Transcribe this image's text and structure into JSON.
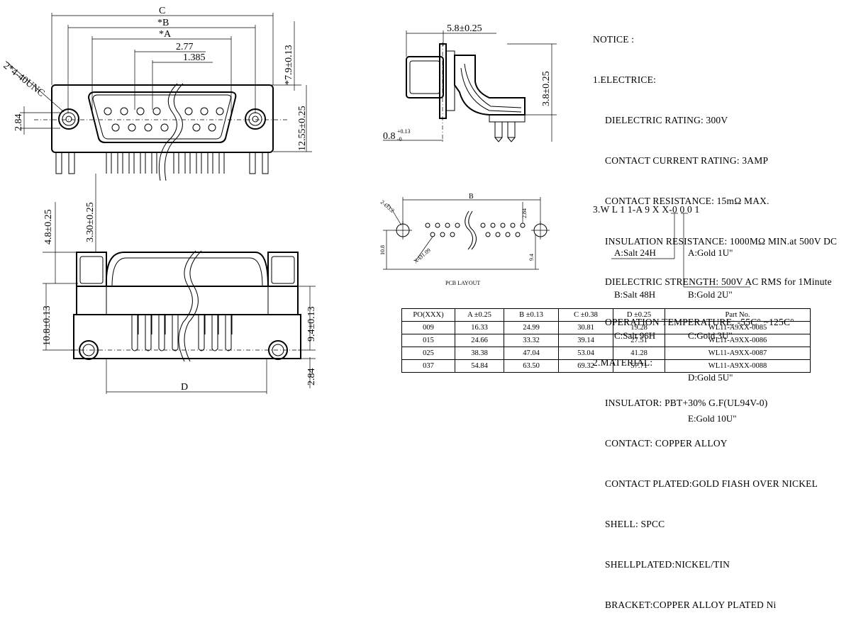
{
  "front_view": {
    "dim_c": "C",
    "dim_b": "*B",
    "dim_a": "*A",
    "dim_277": "2.77",
    "dim_1385": "1.385",
    "thread": "2*4-40UNC",
    "dim_284_left": "2.84",
    "dim_79": "*7.9±0.13",
    "dim_1255": "12.55±0.25"
  },
  "side_view": {
    "dim_58": "5.8±0.25",
    "dim_38": "3.8±0.25",
    "dim_08": "0.8",
    "dim_08_tol_top": "+0.13",
    "dim_08_tol_bot": "-0"
  },
  "bottom_view": {
    "dim_48": "4.8±0.25",
    "dim_330": "3.30±0.25",
    "dim_108": "10.8±0.13",
    "dim_94": "9.4±0.13",
    "dim_284": "2.84",
    "dim_d": "D"
  },
  "pcb_layout": {
    "label_b": "B",
    "hole_big": "2-Ø3.2",
    "hole_small": "X-Ø1.09",
    "dim_108": "10.8",
    "dim_94": "9.4",
    "dim_284": "2.84",
    "caption": "PCB LAYOUT"
  },
  "notice": {
    "title": "NOTICE :",
    "section1": "1.ELECTRICE:",
    "electric": [
      "DIELECTRIC RATING: 300V",
      "CONTACT CURRENT RATING: 3AMP",
      "CONTACT RESISTANCE: 15mΩ MAX.",
      "INSULATION RESISTANCE: 1000MΩ MIN.at 500V DC",
      "DIELECTRIC STRENGTH: 500V AC RMS for 1Minute",
      "OPERATION TEMPERATURE: -55C° ~125C°"
    ],
    "section2": "2.MATERIAL:",
    "material": [
      "INSULATOR: PBT+30% G.F(UL94V-0)",
      "CONTACT: COPPER ALLOY",
      "CONTACT PLATED:GOLD FIASH OVER NICKEL",
      "SHELL: SPCC",
      "SHELLPLATED:NICKEL/TIN",
      "BRACKET:COPPER ALLOY PLATED Ni"
    ],
    "part_number": "3.W L 1 1-A 9 X X-0 0 0 1",
    "salt_options": [
      "A:Salt 24H",
      "B:Salt 48H",
      "C:Salt 96H"
    ],
    "gold_options": [
      "A:Gold 1U\"",
      "B:Gold 2U\"",
      "C:Gold 3U\"",
      "D:Gold 5U\"",
      "E:Gold 10U\""
    ]
  },
  "table": {
    "headers": [
      "PO(XXX)",
      "A ±0.25",
      "B ±0.13",
      "C ±0.38",
      "D ±0.25",
      "Part   No."
    ],
    "rows": [
      [
        "009",
        "16.33",
        "24.99",
        "30.81",
        "19.28",
        "WL11-A9XX-0085"
      ],
      [
        "015",
        "24.66",
        "33.32",
        "39.14",
        "27.51",
        "WL11-A9XX-0086"
      ],
      [
        "025",
        "38.38",
        "47.04",
        "53.04",
        "41.28",
        "WL11-A9XX-0087"
      ],
      [
        "037",
        "54.84",
        "63.50",
        "69.32",
        "57.71",
        "WL11-A9XX-0088"
      ]
    ]
  }
}
